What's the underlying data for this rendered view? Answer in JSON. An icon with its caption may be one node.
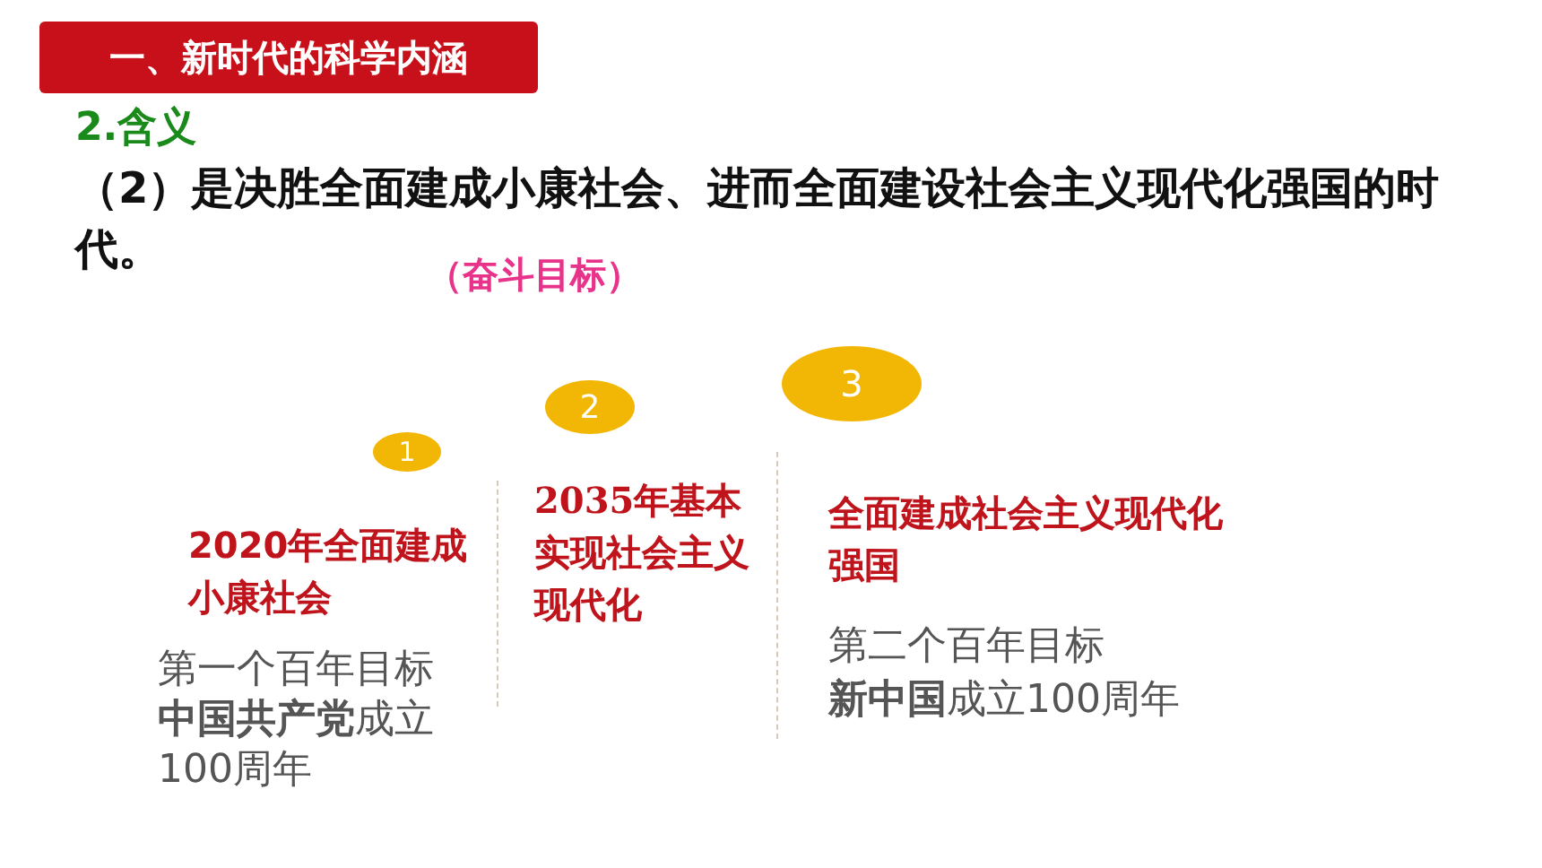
{
  "diagram": {
    "nodes": [
      {
        "text": [
          "一、新时代的科学内涵"
        ]
      },
      {
        "text": [
          "1"
        ]
      },
      {
        "text": [
          "2"
        ]
      },
      {
        "text": [
          "3"
        ]
      }
    ],
    "labels": [
      "2.含义",
      "（2）是决胜全面建成小康社会、进而全面建设社会主义现代化强国的时代。",
      "（奋斗目标）",
      "2020年全面建成小康社会",
      "第一个百年目标",
      "**中国共产党**成立100周年",
      "2035年基本实现社会主义现代化",
      "全面建成社会主义现代化强国",
      "第二个百年目标",
      "**新中国**成立100周年"
    ]
  }
}
